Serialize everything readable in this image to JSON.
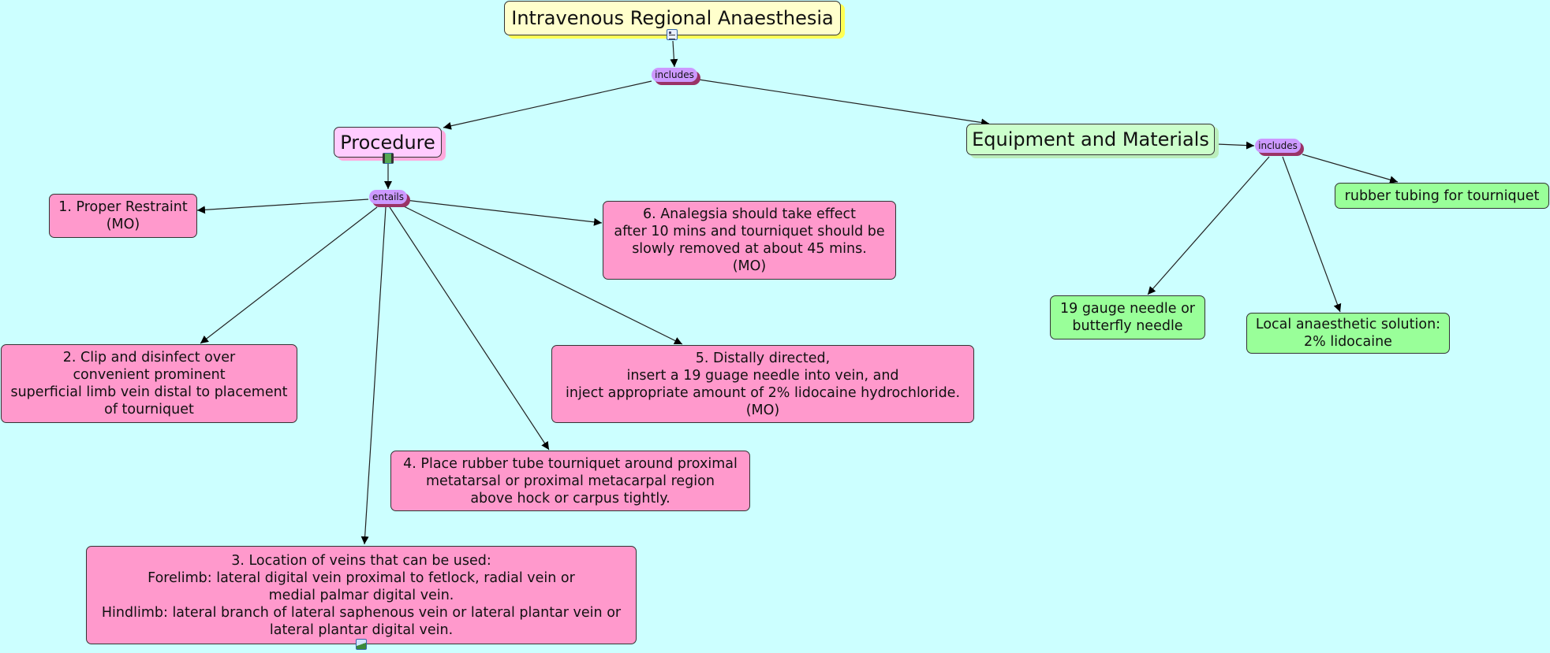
{
  "map": {
    "title": "Intravenous Regional Anaesthesia",
    "link_includes_top": "includes",
    "procedure": "Procedure",
    "link_entails": "entails",
    "equipment": "Equipment and Materials",
    "link_includes_equip": "includes",
    "steps": [
      "1. Proper Restraint\n(MO)",
      "2. Clip and disinfect over\nconvenient prominent\nsuperficial limb vein distal to placement\nof tourniquet",
      "3. Location of veins that can be used:\nForelimb: lateral digital vein proximal to fetlock, radial vein or\nmedial palmar digital vein.\nHindlimb: lateral branch of lateral saphenous vein or lateral plantar vein or\nlateral plantar digital vein.",
      "4. Place rubber tube tourniquet around proximal\nmetatarsal or proximal metacarpal region\nabove hock or carpus tightly.",
      "5. Distally directed,\ninsert a 19 guage needle into vein, and\ninject appropriate amount of 2% lidocaine hydrochloride.\n(MO)",
      "6. Analegsia should take effect\nafter 10 mins and tourniquet should be\nslowly removed at about 45 mins.\n(MO)"
    ],
    "equipment_items": [
      "rubber tubing for tourniquet",
      "19 gauge needle or\nbutterfly needle",
      "Local anaesthetic solution:\n2% lidocaine"
    ],
    "resource_icons": [
      "document-resource-icon",
      "video-resource-icon",
      "image-resource-icon"
    ],
    "colors": {
      "background": "#ccffff",
      "title_fill": "#ffffcc",
      "procedure_fill": "#ffccff",
      "equipment_fill": "#ccffcc",
      "step_fill": "#ff99cc",
      "item_fill": "#99ff99",
      "link_fill": "#cc99ff"
    }
  }
}
